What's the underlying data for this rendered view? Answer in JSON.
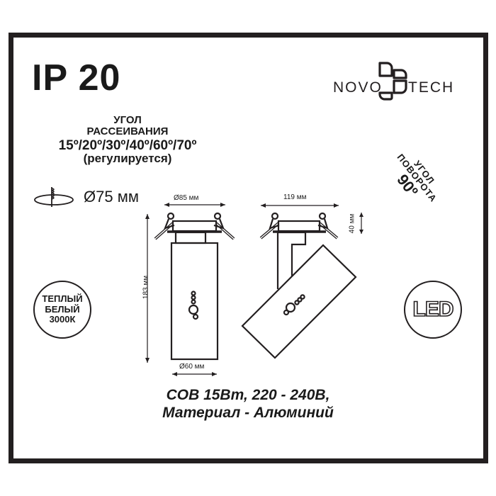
{
  "protection": {
    "rating": "IP 20"
  },
  "beam_angle": {
    "title_line1": "УГОЛ",
    "title_line2": "РАССЕИВАНИЯ",
    "values": "15º/20º/30º/40º/60º/70º",
    "note": "(регулируется)"
  },
  "brand": {
    "name": "NOVOTECH"
  },
  "rotation_angle": {
    "line1": "УГОЛ",
    "line2": "ПОВОРОТА",
    "value": "90º"
  },
  "cutout": {
    "icon": "recessed-cutout-icon",
    "label": "Ø75 мм"
  },
  "color_temperature_badge": {
    "line1": "ТЕПЛЫЙ",
    "line2": "БЕЛЫЙ",
    "line3": "3000К"
  },
  "led_badge": {
    "label": "LED"
  },
  "dimensions": {
    "front_top_width": "Ø85 мм",
    "front_height": "183 мм",
    "front_bottom_width": "Ø60 мм",
    "side_width": "119 мм",
    "side_depth": "40 мм"
  },
  "specs": {
    "line1": "COB 15Вт, 220 - 240В,",
    "line2": "Материал - Алюминий"
  },
  "colors": {
    "frame": "#231f20",
    "ink": "#1a1a1a",
    "background": "#ffffff"
  }
}
